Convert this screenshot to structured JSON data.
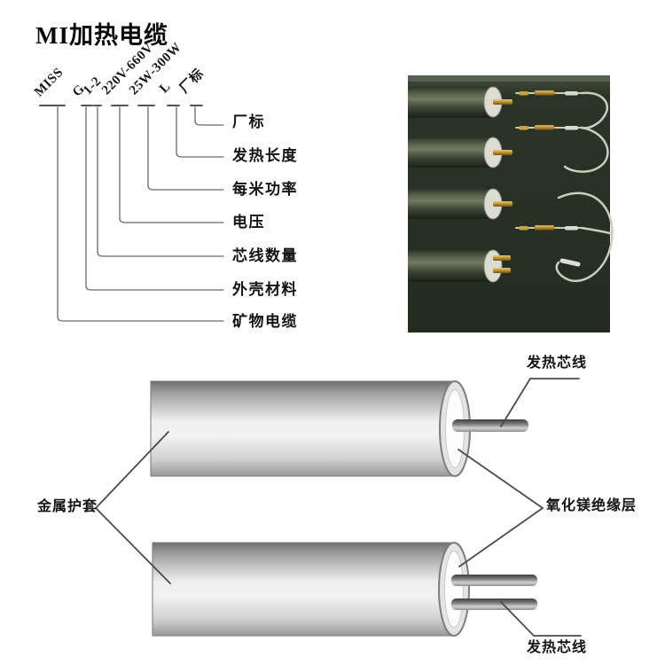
{
  "title": "MI加热电缆",
  "legend": {
    "items": [
      {
        "token": "MISS",
        "label": "矿物电缆"
      },
      {
        "token": "G",
        "label": "外壳材料"
      },
      {
        "token": "1-2",
        "label": "芯线数量"
      },
      {
        "token": "220V-660V",
        "label": "电压"
      },
      {
        "token": "25W-300W",
        "label": "每米功率"
      },
      {
        "token": "L",
        "label": "发热长度"
      },
      {
        "token": "厂标",
        "label": "厂标"
      }
    ]
  },
  "diagram": {
    "labels": {
      "heating_core_top": "发热芯线",
      "metal_sheath": "金属护套",
      "mgo_insulation": "氧化镁绝缘层",
      "heating_core_bottom": "发热芯线"
    }
  },
  "colors": {
    "background": "#ffffff",
    "text": "#141414",
    "leader_line": "#4a4a4a",
    "photo_background": "#2b3527",
    "cable_dark_green": "#3d4534",
    "pin_gold": "#c9a23c",
    "sheath_light_gray": "#eeeeee",
    "insulation_white": "#fdfdfd"
  }
}
